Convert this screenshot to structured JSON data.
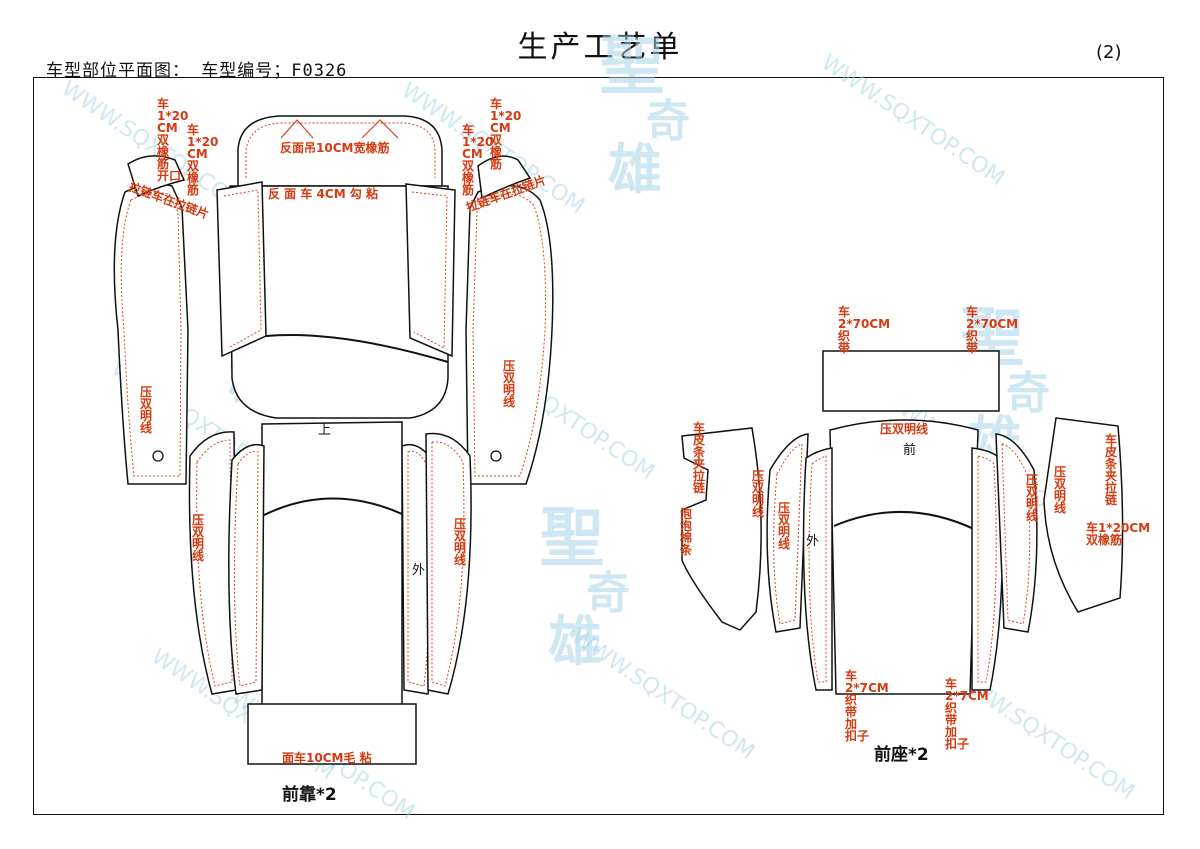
{
  "header": {
    "title": "生产工艺单",
    "subtitle": "车型部位平面图：  车型编号；F0326",
    "page_no": "(2)"
  },
  "watermark": {
    "url": "WWW.SQXTOP.COM",
    "logo_chars": [
      "聖",
      "奇",
      "雄"
    ]
  },
  "front_back": {
    "caption": "前靠*2",
    "labels": {
      "top_elastic": "反面吊10CM宽橡筋",
      "glue_line": "反 面 车 4CM  勾  粘",
      "bottom_felt": "面车10CM毛 粘",
      "up_mark": "上",
      "outer_mark": "外"
    },
    "vertical_notes": {
      "left_col1": [
        "车",
        "1*20",
        "CM",
        "双",
        "橡",
        "筋",
        "开口"
      ],
      "left_col2": [
        "车",
        "1*20",
        "CM",
        "双",
        "橡",
        "筋"
      ],
      "right_col1": [
        "车",
        "1*20",
        "CM",
        "双",
        "橡",
        "筋"
      ],
      "right_col2": [
        "车",
        "1*20",
        "CM",
        "双",
        "橡",
        "筋"
      ],
      "stitch": [
        "压",
        "双",
        "明",
        "线"
      ]
    },
    "slanted": {
      "left": "拉链车在拉链片",
      "right": "拉链车在拉链片"
    }
  },
  "front_seat": {
    "caption": "前座*2",
    "labels": {
      "front_mark": "前",
      "outer_mark": "外",
      "top_stitch": "压双明线"
    },
    "vertical_notes": {
      "band_left": [
        "车",
        "2*70CM",
        "织",
        "带"
      ],
      "band_right": [
        "车",
        "2*70CM",
        "织",
        "带"
      ],
      "bottom_left": [
        "车",
        "2*7CM",
        "织",
        "带",
        "加",
        "扣子"
      ],
      "bottom_right": [
        "车",
        "2*7CM",
        "织",
        "带",
        "加",
        "扣子"
      ],
      "left_leather": [
        "车",
        "皮",
        "条",
        "夹",
        "拉",
        "链"
      ],
      "left_foam": [
        "泡",
        "泡",
        "棉",
        "条"
      ],
      "right_leather": [
        "车",
        "皮",
        "条",
        "夹",
        "拉",
        "链"
      ],
      "right_elastic": [
        "车1*20CM",
        "双橡筋"
      ],
      "stitch": [
        "压",
        "双",
        "明",
        "线"
      ]
    }
  },
  "colors": {
    "annotation": "#d63a10",
    "outline": "#111111",
    "watermark": "#a8d4ea"
  }
}
